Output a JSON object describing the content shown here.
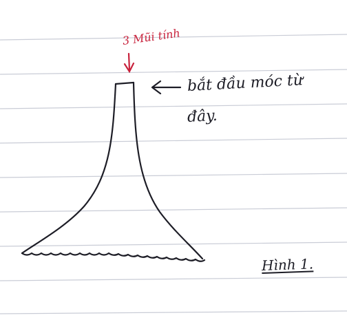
{
  "red_annotation": "3 Mũi tính",
  "note": {
    "line1": "bắt đầu móc từ",
    "line2": "đây."
  },
  "figure_label": "Hình 1.",
  "colors": {
    "paper": "#ffffff",
    "ruled_line": "#c9ccd6",
    "ink": "#1d1d26",
    "red_ink": "#c8213b"
  }
}
